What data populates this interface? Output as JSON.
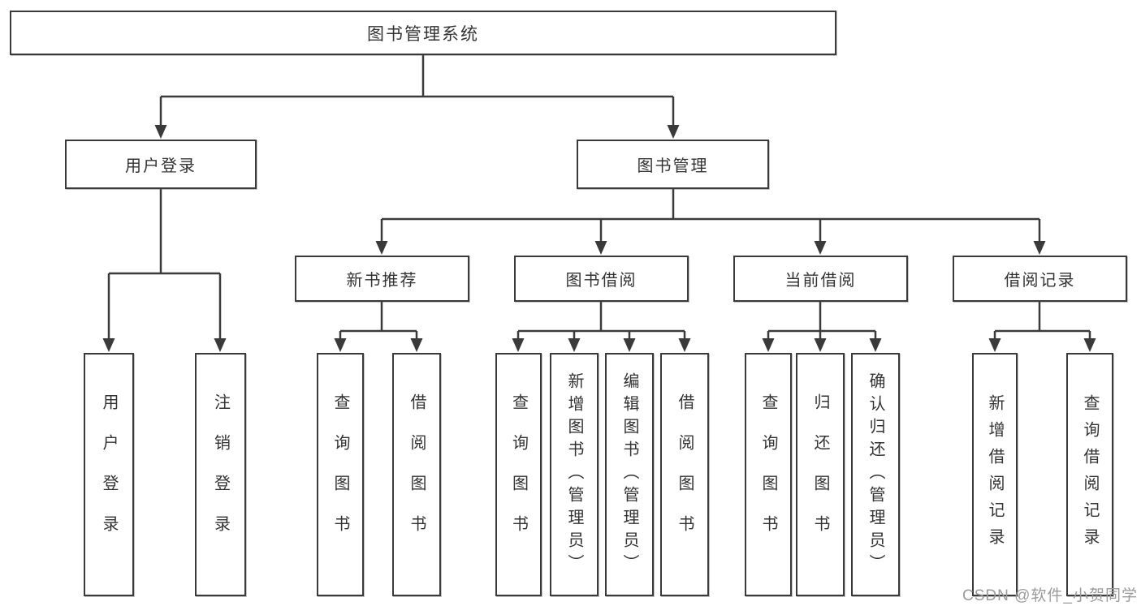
{
  "nodes": {
    "root": "图书管理系统",
    "login": {
      "label": "用户登录",
      "children": [
        "用户登录",
        "注销登录"
      ]
    },
    "mgmt": {
      "label": "图书管理",
      "groups": [
        {
          "label": "新书推荐",
          "children": [
            "查询图书",
            "借阅图书"
          ]
        },
        {
          "label": "图书借阅",
          "children": [
            "查询图书",
            "新增图书（管理员）",
            "编辑图书（管理员）",
            "借阅图书"
          ]
        },
        {
          "label": "当前借阅",
          "children": [
            "查询图书",
            "归还图书",
            "确认归还（管理员）"
          ]
        },
        {
          "label": "借阅记录",
          "children": [
            "新增借阅记录",
            "查询借阅记录"
          ]
        }
      ]
    }
  },
  "watermark": "CSDN @软件_小贺同学",
  "colors": {
    "line": "#3a3a3a",
    "text": "#333333",
    "watermark": "#9b9b9b",
    "background": "#ffffff"
  }
}
